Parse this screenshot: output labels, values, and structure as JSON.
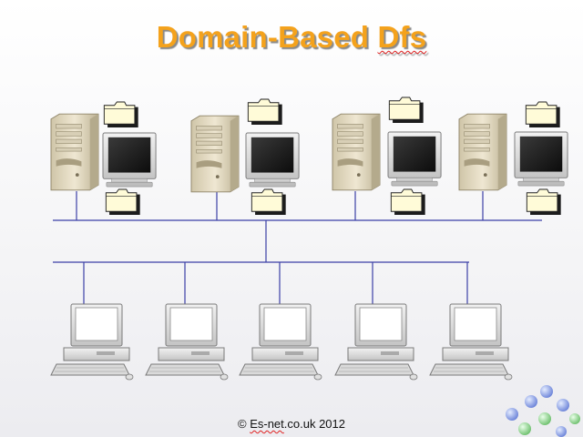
{
  "title": {
    "prefix": "Domain-Based ",
    "underlined_word": "Dfs"
  },
  "footer": {
    "prefix": "© ",
    "underlined_word": "Es-net",
    "suffix": ".co.uk 2012"
  },
  "diagram": {
    "server_groups": 4,
    "client_workstations": 5,
    "colors": {
      "title": "#f4a21c",
      "network_line": "#3b3fa6",
      "folder_fill": "#fffbd8",
      "tower_fill": "#e6dcc2",
      "spell_underline": "#e02020"
    },
    "icons": [
      "server-tower-icon",
      "monitor-icon",
      "folder-icon",
      "workstation-icon",
      "decorative-dots"
    ]
  }
}
